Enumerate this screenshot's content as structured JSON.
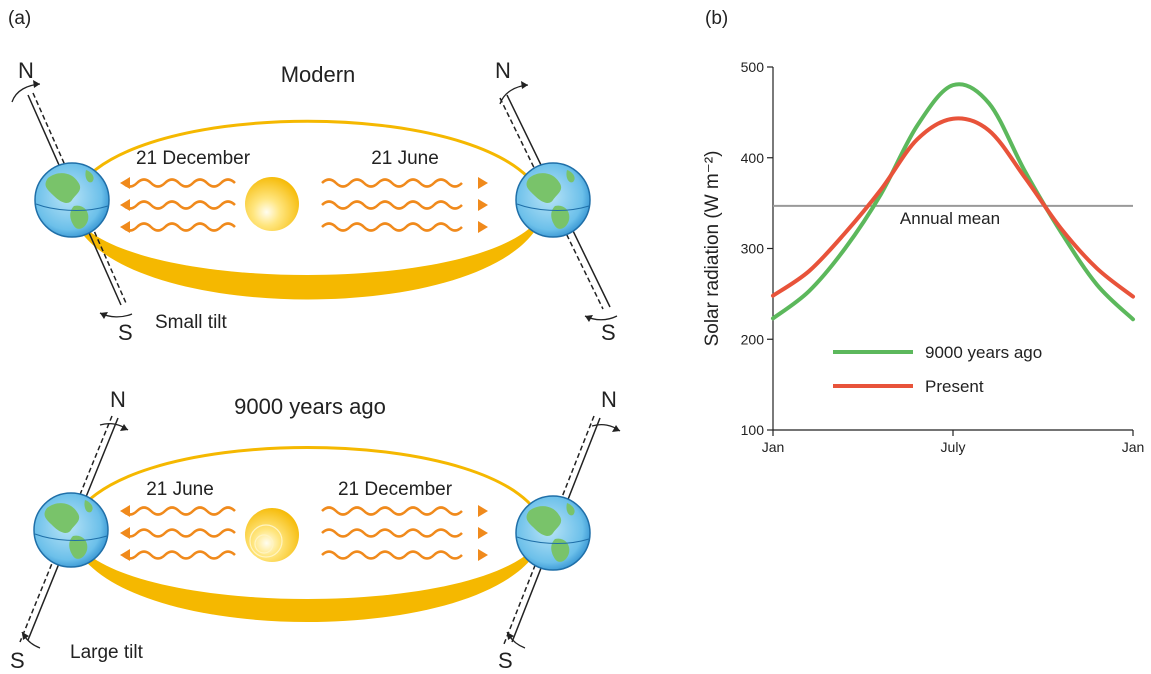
{
  "panel_a": {
    "label": "(a)",
    "modern": {
      "title": "Modern",
      "left_date": "21 December",
      "right_date": "21 June",
      "tilt_note": "Small tilt",
      "north": "N",
      "south": "S"
    },
    "past": {
      "title": "9000 years ago",
      "left_date": "21 June",
      "right_date": "21 December",
      "tilt_note": "Large tilt",
      "north": "N",
      "south": "S"
    },
    "colors": {
      "orbit": "#f5b800",
      "sun": "#f7c200",
      "rays": "#f08a1c",
      "ocean": "#3fa7dd",
      "land": "#79c36a"
    }
  },
  "panel_b": {
    "label": "(b)",
    "annual_mean_label": "Annual mean",
    "chart_data": {
      "type": "line",
      "ylabel": "Solar radiation (W m⁻²)",
      "ylim": [
        100,
        500
      ],
      "yticks": [
        "100",
        "200",
        "300",
        "400",
        "500"
      ],
      "xticks": [
        "Jan",
        "July",
        "Jan"
      ],
      "x": [
        0,
        0.1,
        0.2,
        0.3,
        0.4,
        0.5,
        0.6,
        0.7,
        0.8,
        0.9,
        1.0
      ],
      "series": [
        {
          "name": "9000 years ago",
          "color": "#5cb85c",
          "values": [
            223,
            253,
            300,
            360,
            435,
            480,
            460,
            385,
            318,
            260,
            222
          ]
        },
        {
          "name": "Present",
          "color": "#e8533a",
          "values": [
            248,
            275,
            317,
            365,
            420,
            443,
            430,
            378,
            322,
            278,
            247
          ]
        }
      ],
      "annual_mean": 347
    }
  }
}
